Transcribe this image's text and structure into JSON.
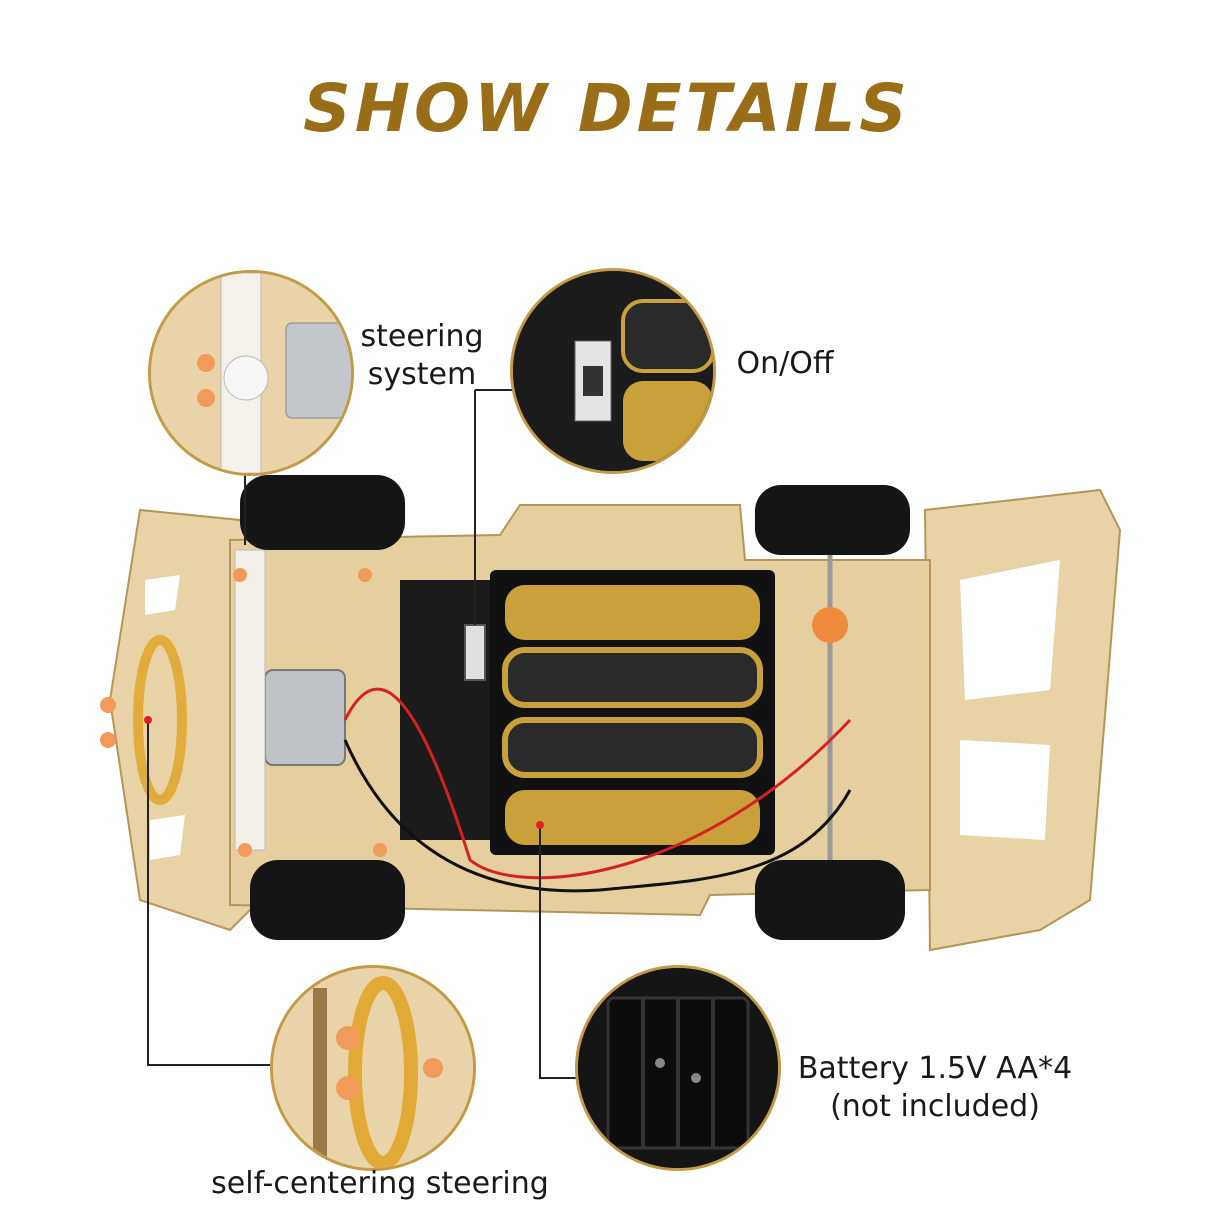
{
  "title": "SHOW DETAILS",
  "callouts": {
    "steering_line1": "steering",
    "steering_line2": "system",
    "onoff": "On/Off",
    "battery_line1": "Battery 1.5V AA*4",
    "battery_line2": "(not included)",
    "self_centering": "self-centering steering"
  },
  "colors": {
    "title": "#9a6d18",
    "ring": "#c49a47",
    "wood": "#e6cf9f",
    "pcb": "#1b1b1b"
  }
}
